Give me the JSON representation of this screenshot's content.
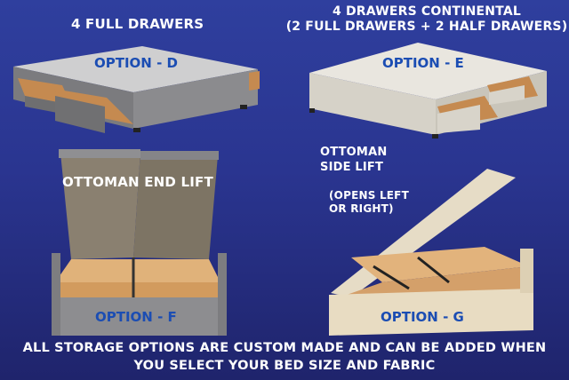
{
  "headings": {
    "d": "4 FULL DRAWERS",
    "e_line1": "4 DRAWERS CONTINENTAL",
    "e_line2": "(2 FULL DRAWERS + 2 HALF DRAWERS)",
    "f": "OTTOMAN END LIFT",
    "g_line1": "OTTOMAN",
    "g_line2": "SIDE LIFT",
    "g_note1": "(OPENS LEFT",
    "g_note2": "OR RIGHT)"
  },
  "options": {
    "d": "OPTION - D",
    "e": "OPTION - E",
    "f": "OPTION - F",
    "g": "OPTION - G"
  },
  "footer": {
    "line1": "ALL STORAGE OPTIONS ARE CUSTOM MADE AND CAN BE ADDED WHEN",
    "line2": "YOU SELECT YOUR BED SIZE AND FABRIC"
  },
  "colors": {
    "option_label": "#1b4db3",
    "background": "#2a3590"
  }
}
